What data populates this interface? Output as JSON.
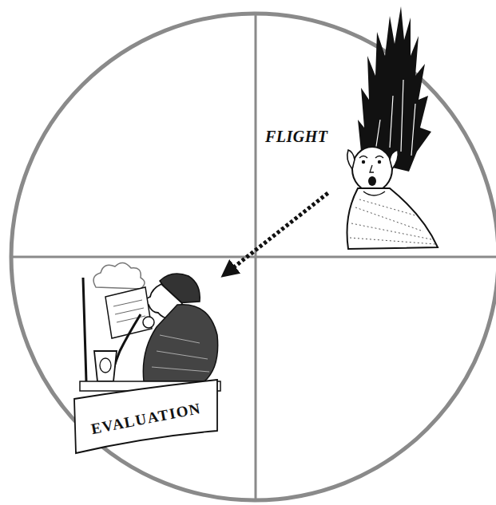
{
  "diagram": {
    "nodes": [
      {
        "text": [
          "FLIGHT"
        ]
      },
      {
        "text": [
          "EVALUATION"
        ]
      }
    ],
    "edges": [
      {
        "from": 0,
        "to": 1,
        "arrow": "to"
      }
    ]
  }
}
